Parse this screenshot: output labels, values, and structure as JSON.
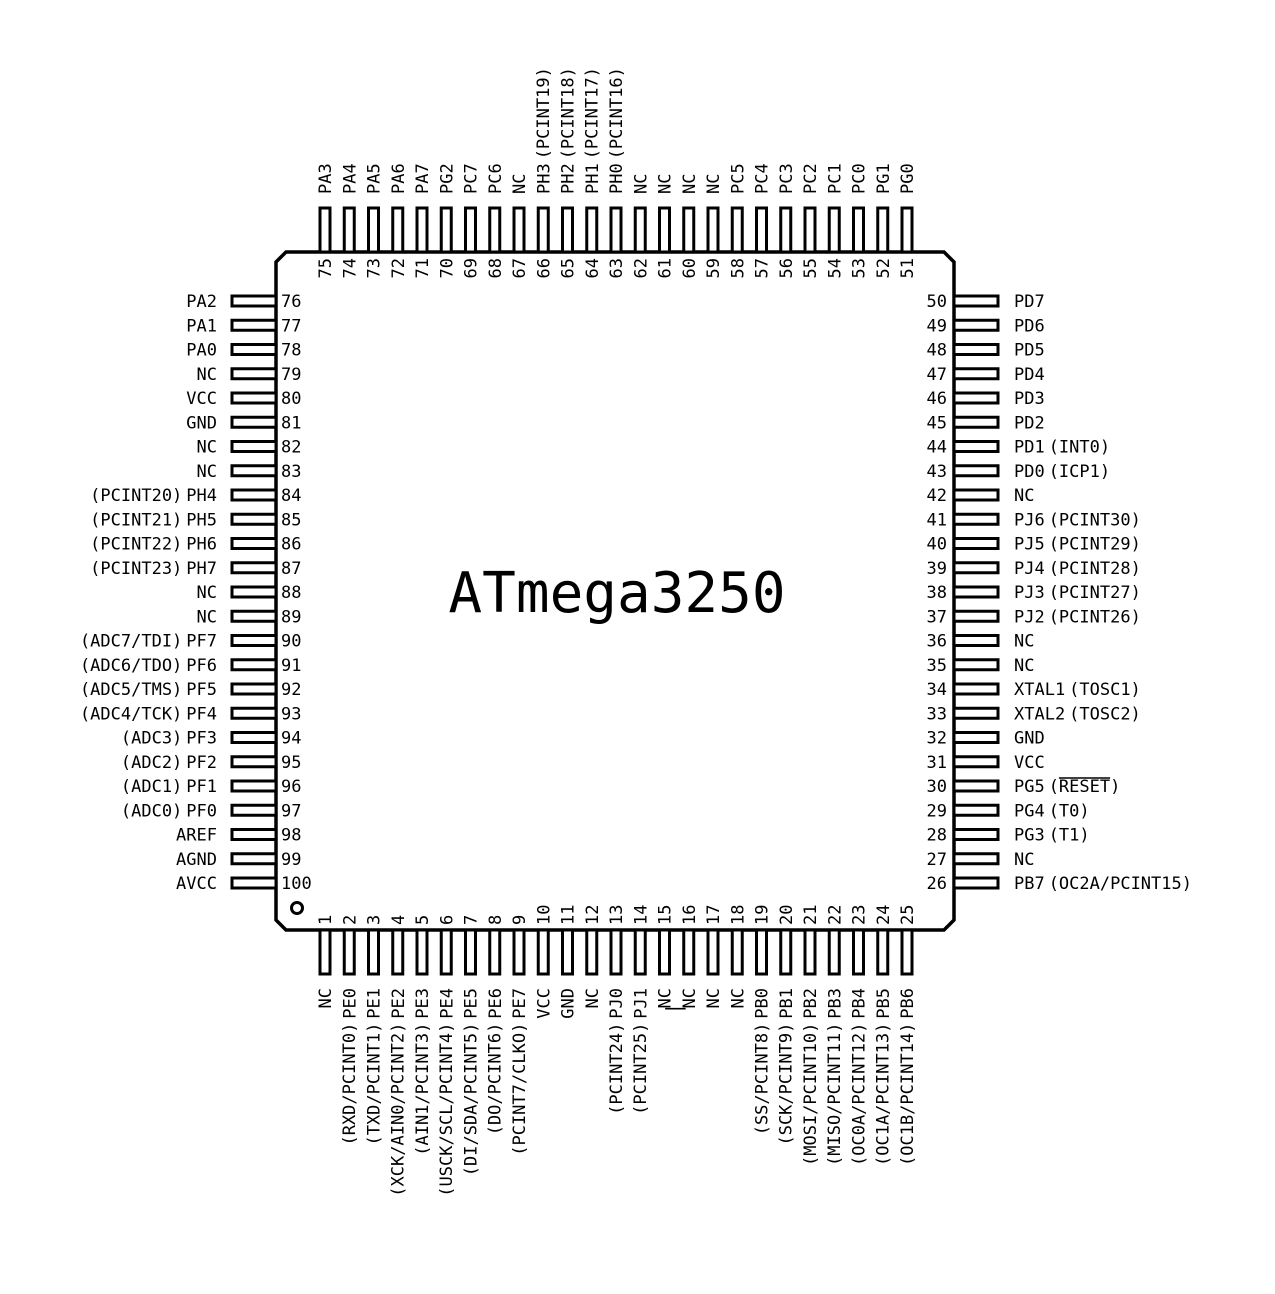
{
  "chip": {
    "title": "ATmega3250",
    "stroke_color": "#000000",
    "background_color": "#ffffff"
  },
  "pins": {
    "bottom": [
      {
        "num": "1",
        "name": "NC",
        "alt": ""
      },
      {
        "num": "2",
        "name": "PE0",
        "alt": "(RXD/PCINT0)"
      },
      {
        "num": "3",
        "name": "PE1",
        "alt": "(TXD/PCINT1)"
      },
      {
        "num": "4",
        "name": "PE2",
        "alt": "(XCK/AIN0/PCINT2)"
      },
      {
        "num": "5",
        "name": "PE3",
        "alt": "(AIN1/PCINT3)"
      },
      {
        "num": "6",
        "name": "PE4",
        "alt": "(USCK/SCL/PCINT4)"
      },
      {
        "num": "7",
        "name": "PE5",
        "alt": "(DI/SDA/PCINT5)"
      },
      {
        "num": "8",
        "name": "PE6",
        "alt": "(DO/PCINT6)"
      },
      {
        "num": "9",
        "name": "PE7",
        "alt": "(PCINT7/CLKO)"
      },
      {
        "num": "10",
        "name": "VCC",
        "alt": ""
      },
      {
        "num": "11",
        "name": "GND",
        "alt": ""
      },
      {
        "num": "12",
        "name": "NC",
        "alt": ""
      },
      {
        "num": "13",
        "name": "PJ0",
        "alt": "(PCINT24)"
      },
      {
        "num": "14",
        "name": "PJ1",
        "alt": "(PCINT25)"
      },
      {
        "num": "15",
        "name": "NC",
        "alt": ""
      },
      {
        "num": "16",
        "name": "NC",
        "alt": ""
      },
      {
        "num": "17",
        "name": "NC",
        "alt": ""
      },
      {
        "num": "18",
        "name": "NC",
        "alt": ""
      },
      {
        "num": "19",
        "name": "PB0",
        "alt": "(SS/PCINT8)"
      },
      {
        "num": "20",
        "name": "PB1",
        "alt": "(SCK/PCINT9)"
      },
      {
        "num": "21",
        "name": "PB2",
        "alt": "(MOSI/PCINT10)"
      },
      {
        "num": "22",
        "name": "PB3",
        "alt": "(MISO/PCINT11)"
      },
      {
        "num": "23",
        "name": "PB4",
        "alt": "(OC0A/PCINT12)"
      },
      {
        "num": "24",
        "name": "PB5",
        "alt": "(OC1A/PCINT13)"
      },
      {
        "num": "25",
        "name": "PB6",
        "alt": "(OC1B/PCINT14)"
      }
    ],
    "right": [
      {
        "num": "26",
        "name": "PB7",
        "alt": "(OC2A/PCINT15)"
      },
      {
        "num": "27",
        "name": "NC",
        "alt": ""
      },
      {
        "num": "28",
        "name": "PG3",
        "alt": "(T1)"
      },
      {
        "num": "29",
        "name": "PG4",
        "alt": "(T0)"
      },
      {
        "num": "30",
        "name": "PG5",
        "alt": "(RESET)"
      },
      {
        "num": "31",
        "name": "VCC",
        "alt": ""
      },
      {
        "num": "32",
        "name": "GND",
        "alt": ""
      },
      {
        "num": "33",
        "name": "XTAL2",
        "alt": "(TOSC2)"
      },
      {
        "num": "34",
        "name": "XTAL1",
        "alt": "(TOSC1)"
      },
      {
        "num": "35",
        "name": "NC",
        "alt": ""
      },
      {
        "num": "36",
        "name": "NC",
        "alt": ""
      },
      {
        "num": "37",
        "name": "PJ2",
        "alt": "(PCINT26)"
      },
      {
        "num": "38",
        "name": "PJ3",
        "alt": "(PCINT27)"
      },
      {
        "num": "39",
        "name": "PJ4",
        "alt": "(PCINT28)"
      },
      {
        "num": "40",
        "name": "PJ5",
        "alt": "(PCINT29)"
      },
      {
        "num": "41",
        "name": "PJ6",
        "alt": "(PCINT30)"
      },
      {
        "num": "42",
        "name": "NC",
        "alt": ""
      },
      {
        "num": "43",
        "name": "PD0",
        "alt": "(ICP1)"
      },
      {
        "num": "44",
        "name": "PD1",
        "alt": "(INT0)"
      },
      {
        "num": "45",
        "name": "PD2",
        "alt": ""
      },
      {
        "num": "46",
        "name": "PD3",
        "alt": ""
      },
      {
        "num": "47",
        "name": "PD4",
        "alt": ""
      },
      {
        "num": "48",
        "name": "PD5",
        "alt": ""
      },
      {
        "num": "49",
        "name": "PD6",
        "alt": ""
      },
      {
        "num": "50",
        "name": "PD7",
        "alt": ""
      }
    ],
    "top": [
      {
        "num": "51",
        "name": "PG0",
        "alt": ""
      },
      {
        "num": "52",
        "name": "PG1",
        "alt": ""
      },
      {
        "num": "53",
        "name": "PC0",
        "alt": ""
      },
      {
        "num": "54",
        "name": "PC1",
        "alt": ""
      },
      {
        "num": "55",
        "name": "PC2",
        "alt": ""
      },
      {
        "num": "56",
        "name": "PC3",
        "alt": ""
      },
      {
        "num": "57",
        "name": "PC4",
        "alt": ""
      },
      {
        "num": "58",
        "name": "PC5",
        "alt": ""
      },
      {
        "num": "59",
        "name": "NC",
        "alt": ""
      },
      {
        "num": "60",
        "name": "NC",
        "alt": ""
      },
      {
        "num": "61",
        "name": "NC",
        "alt": ""
      },
      {
        "num": "62",
        "name": "NC",
        "alt": ""
      },
      {
        "num": "63",
        "name": "PH0",
        "alt": "(PCINT16)"
      },
      {
        "num": "64",
        "name": "PH1",
        "alt": "(PCINT17)"
      },
      {
        "num": "65",
        "name": "PH2",
        "alt": "(PCINT18)"
      },
      {
        "num": "66",
        "name": "PH3",
        "alt": "(PCINT19)"
      },
      {
        "num": "67",
        "name": "NC",
        "alt": ""
      },
      {
        "num": "68",
        "name": "PC6",
        "alt": ""
      },
      {
        "num": "69",
        "name": "PC7",
        "alt": ""
      },
      {
        "num": "70",
        "name": "PG2",
        "alt": ""
      },
      {
        "num": "71",
        "name": "PA7",
        "alt": ""
      },
      {
        "num": "72",
        "name": "PA6",
        "alt": ""
      },
      {
        "num": "73",
        "name": "PA5",
        "alt": ""
      },
      {
        "num": "74",
        "name": "PA4",
        "alt": ""
      },
      {
        "num": "75",
        "name": "PA3",
        "alt": ""
      }
    ],
    "left": [
      {
        "num": "76",
        "name": "PA2",
        "alt": ""
      },
      {
        "num": "77",
        "name": "PA1",
        "alt": ""
      },
      {
        "num": "78",
        "name": "PA0",
        "alt": ""
      },
      {
        "num": "79",
        "name": "NC",
        "alt": ""
      },
      {
        "num": "80",
        "name": "VCC",
        "alt": ""
      },
      {
        "num": "81",
        "name": "GND",
        "alt": ""
      },
      {
        "num": "82",
        "name": "NC",
        "alt": ""
      },
      {
        "num": "83",
        "name": "NC",
        "alt": ""
      },
      {
        "num": "84",
        "name": "PH4",
        "alt": "(PCINT20)"
      },
      {
        "num": "85",
        "name": "PH5",
        "alt": "(PCINT21)"
      },
      {
        "num": "86",
        "name": "PH6",
        "alt": "(PCINT22)"
      },
      {
        "num": "87",
        "name": "PH7",
        "alt": "(PCINT23)"
      },
      {
        "num": "88",
        "name": "NC",
        "alt": ""
      },
      {
        "num": "89",
        "name": "NC",
        "alt": ""
      },
      {
        "num": "90",
        "name": "PF7",
        "alt": "(ADC7/TDI)"
      },
      {
        "num": "91",
        "name": "PF6",
        "alt": "(ADC6/TDO)"
      },
      {
        "num": "92",
        "name": "PF5",
        "alt": "(ADC5/TMS)"
      },
      {
        "num": "93",
        "name": "PF4",
        "alt": "(ADC4/TCK)"
      },
      {
        "num": "94",
        "name": "PF3",
        "alt": "(ADC3)"
      },
      {
        "num": "95",
        "name": "PF2",
        "alt": "(ADC2)"
      },
      {
        "num": "96",
        "name": "PF1",
        "alt": "(ADC1)"
      },
      {
        "num": "97",
        "name": "PF0",
        "alt": "(ADC0)"
      },
      {
        "num": "98",
        "name": "AREF",
        "alt": ""
      },
      {
        "num": "99",
        "name": "AGND",
        "alt": ""
      },
      {
        "num": "100",
        "name": "AVCC",
        "alt": ""
      }
    ]
  }
}
